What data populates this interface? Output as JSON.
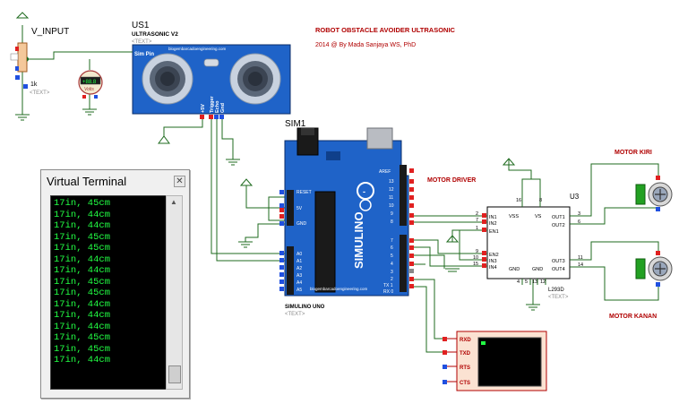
{
  "header": {
    "title": "ROBOT OBSTACLE AVOIDER ULTRASONIC",
    "credit": "2014 @ By Mada Sanjaya WS, PhD"
  },
  "v_input": {
    "label": "V_INPUT",
    "resistor_value": "1k",
    "resistor_text": "<TEXT>"
  },
  "voltmeter": {
    "display": "+88.8",
    "unit": "Volts"
  },
  "ultrasonic": {
    "ref": "US1",
    "model": "ULTRASONIC V2",
    "text": "<TEXT>",
    "url": "blogembarcadoengineering.com",
    "pin_sim": "Sim Pin",
    "pins": [
      "+5V",
      "Trigger",
      "Echo",
      "Gnd"
    ]
  },
  "arduino": {
    "ref": "SIM1",
    "name": "SIMULINO UNO",
    "text": "<TEXT>",
    "brand": "SIMULINO",
    "url": "blogembarcadoengineering.com",
    "left_pins": [
      "RESET",
      "5V",
      "GND",
      "A0",
      "A1",
      "A2",
      "A3",
      "A4",
      "A5"
    ],
    "right_pins": [
      "AREF",
      "13",
      "12",
      "11",
      "10",
      "9",
      "8",
      "7",
      "6",
      "5",
      "4",
      "3",
      "2",
      "TX 1",
      "RX 0"
    ]
  },
  "motor_driver": {
    "title": "MOTOR DRIVER",
    "ref": "U3",
    "model": "L293D",
    "text": "<TEXT>",
    "inner_labels": [
      "IN1",
      "IN2",
      "EN1",
      "EN2",
      "IN3",
      "IN4",
      "VSS",
      "VS",
      "GND",
      "GND",
      "GND",
      "GND",
      "OUT1",
      "OUT2",
      "OUT3",
      "OUT4"
    ],
    "pin_numbers": [
      "2",
      "7",
      "1",
      "9",
      "10",
      "15",
      "16",
      "8",
      "4",
      "5",
      "13",
      "12",
      "3",
      "6",
      "11",
      "14"
    ]
  },
  "motors": {
    "left_label": "MOTOR KIRI",
    "right_label": "MOTOR KANAN"
  },
  "terminal": {
    "title": "Virtual Terminal",
    "lines": [
      "17in, 45cm",
      "17in, 44cm",
      "17in, 44cm",
      "17in, 45cm",
      "17in, 45cm",
      "17in, 44cm",
      "17in, 44cm",
      "17in, 45cm",
      "17in, 45cm",
      "17in, 44cm",
      "17in, 44cm",
      "17in, 44cm",
      "17in, 45cm",
      "17in, 45cm",
      "17in, 44cm"
    ],
    "pins": [
      "RXD",
      "TXD",
      "RTS",
      "CTS"
    ]
  },
  "colors": {
    "wire": "#1f6b1f",
    "board": "#1f63c8",
    "label_red": "#b00000",
    "terminal_text": "#22ff44"
  }
}
